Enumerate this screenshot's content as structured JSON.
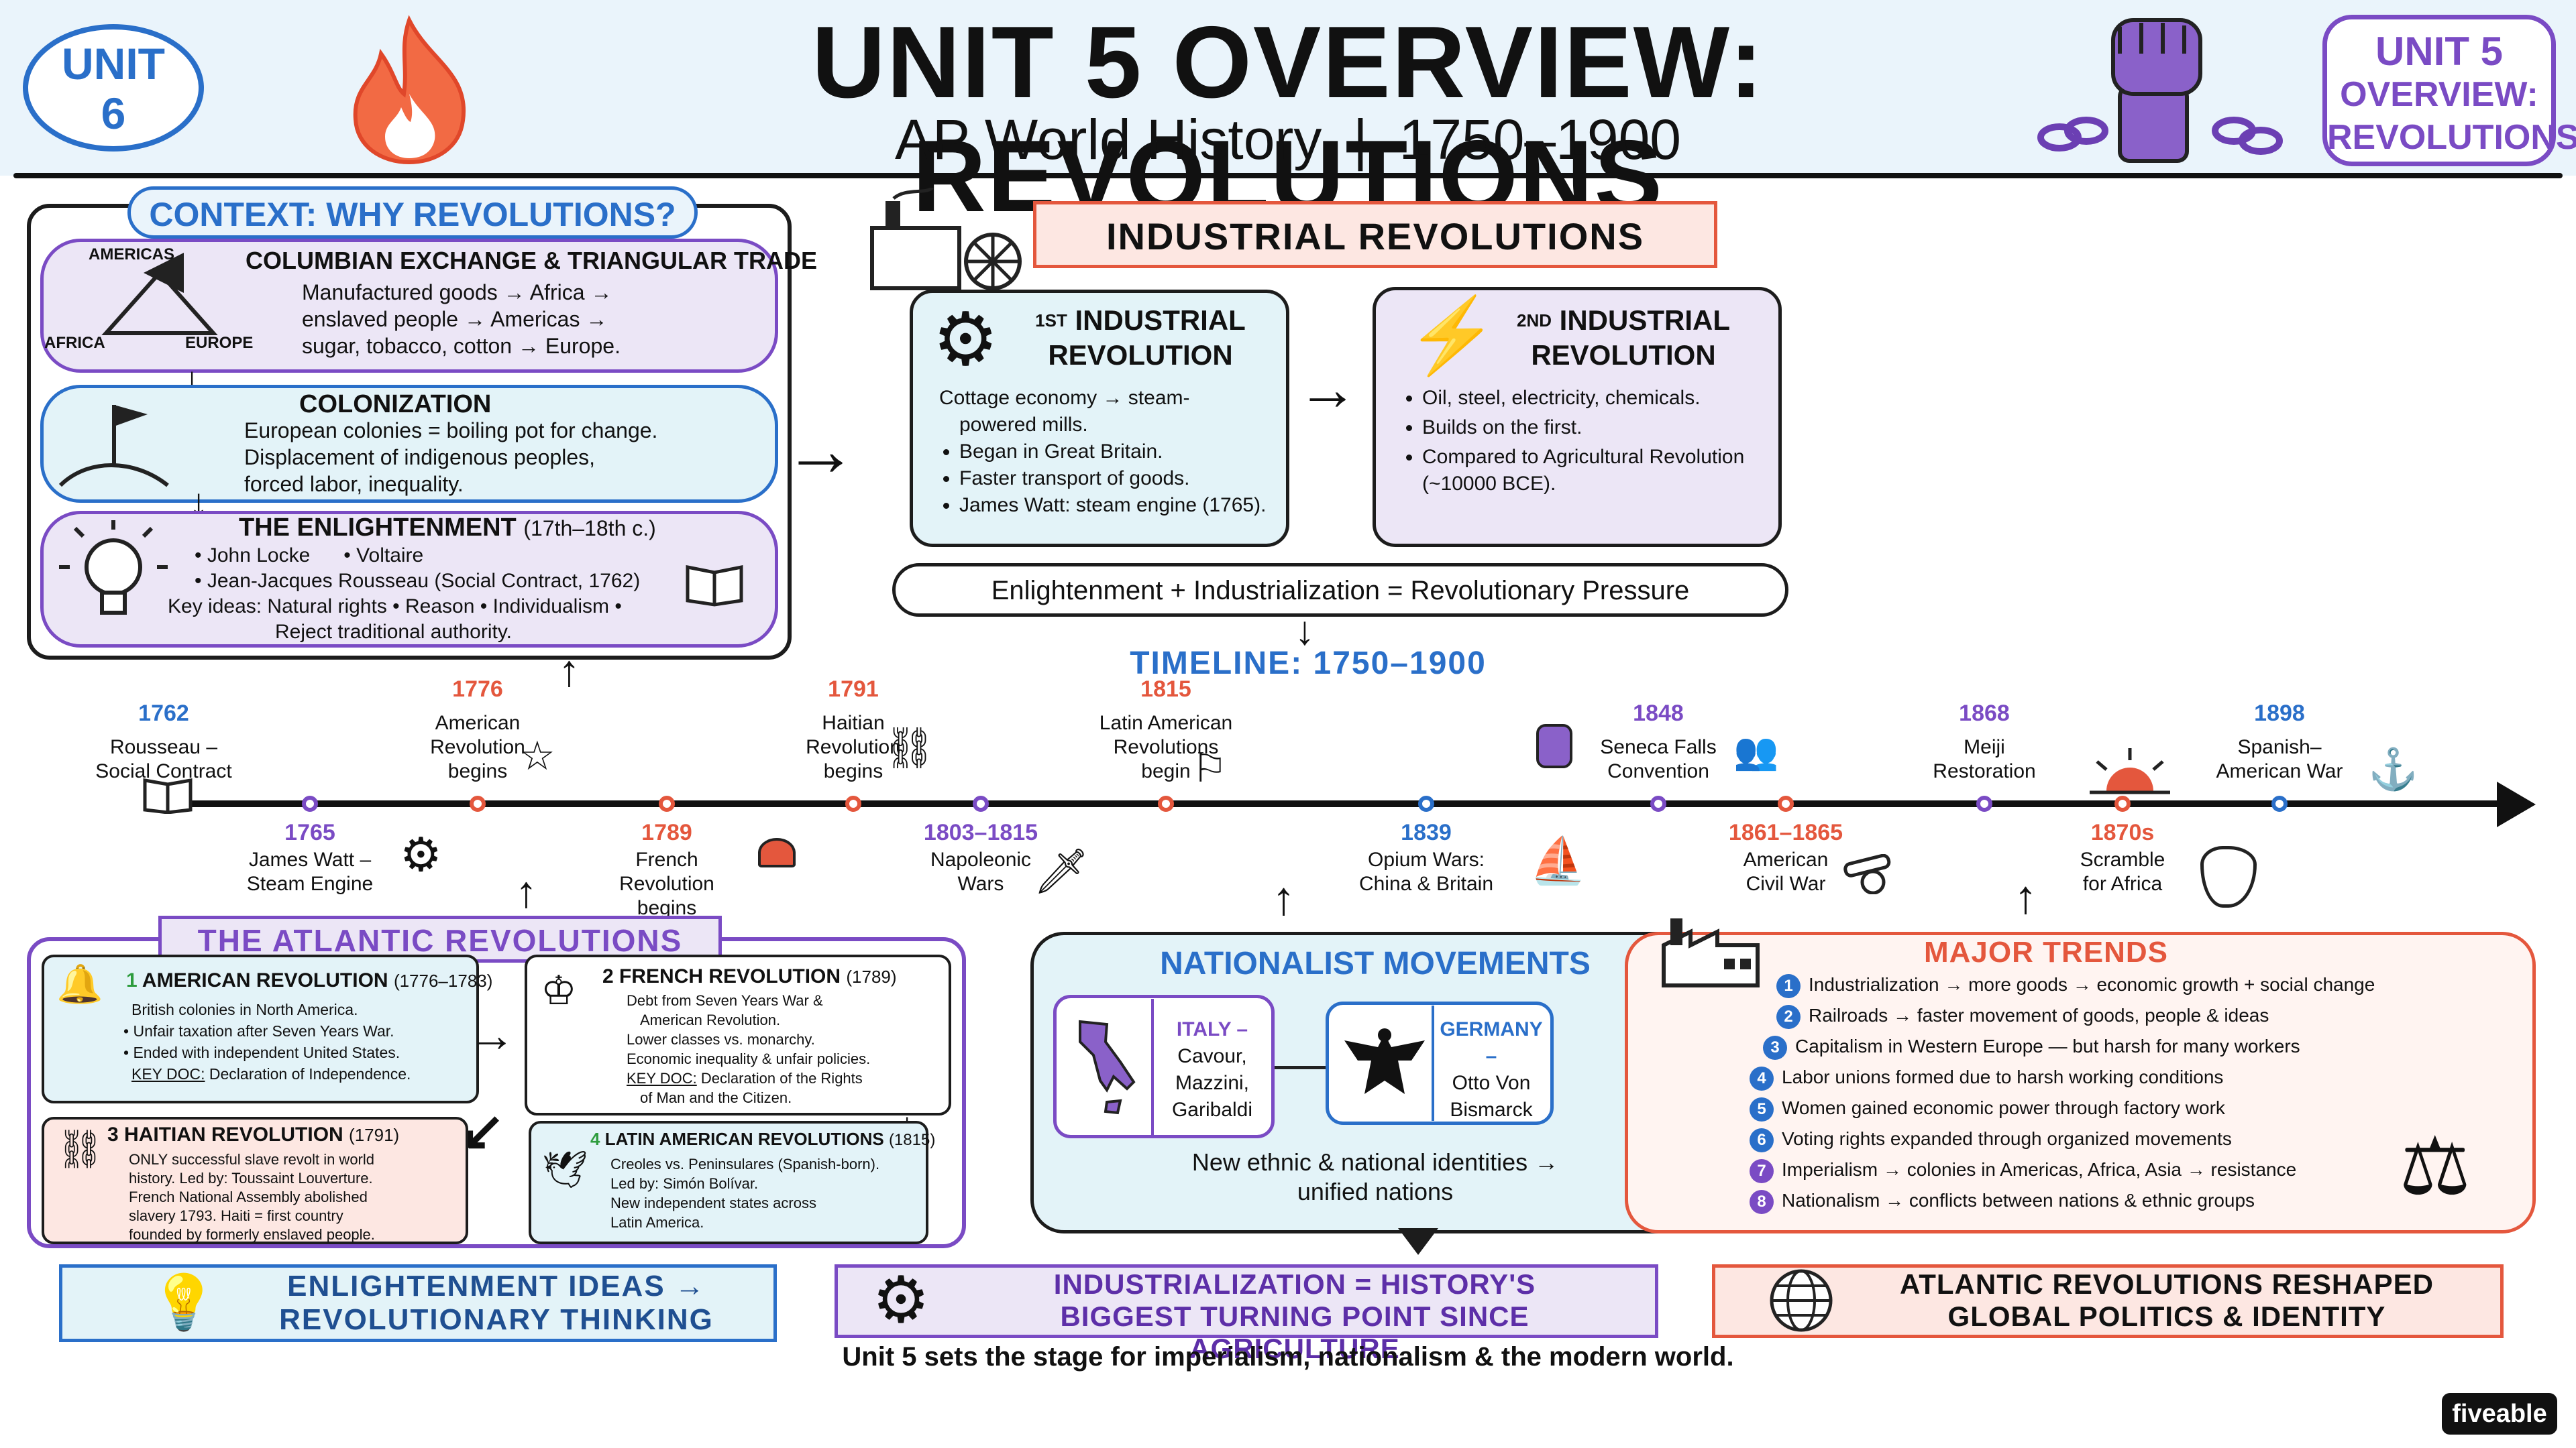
{
  "header": {
    "unit_badge": [
      "UNIT",
      "6"
    ],
    "title": "UNIT 5 OVERVIEW: REVOLUTIONS",
    "subtitle": "AP World History  |  1750–1900",
    "corner_badge": [
      "UNIT 5",
      "OVERVIEW:",
      "REVOLUTIONS"
    ]
  },
  "context": {
    "heading": "CONTEXT: WHY REVOLUTIONS?",
    "triangle_labels": [
      "AMERICAS",
      "AFRICA",
      "EUROPE"
    ],
    "columbian": {
      "title": "COLUMBIAN EXCHANGE & TRIANGULAR TRADE",
      "lines": [
        "Manufactured goods → Africa →",
        "enslaved people → Americas →",
        "sugar, tobacco, cotton → Europe."
      ]
    },
    "colonization": {
      "title": "COLONIZATION",
      "lines": [
        "European colonies = boiling pot for change.",
        "Displacement of indigenous peoples,",
        "forced labor, inequality."
      ]
    },
    "enlightenment": {
      "title": "THE ENLIGHTENMENT",
      "title_suffix": "(17th–18th c.)",
      "thinkers_1": "John Locke",
      "thinkers_2": "Voltaire",
      "thinkers_3": "Jean-Jacques Rousseau (Social Contract, 1762)",
      "key_ideas": "Key ideas: Natural rights • Reason • Individualism •",
      "key_ideas_2": "Reject traditional authority."
    }
  },
  "industrial": {
    "banner": "INDUSTRIAL REVOLUTIONS",
    "first": {
      "title_sup": "1ST",
      "title": [
        "INDUSTRIAL",
        "REVOLUTION"
      ],
      "lines": [
        "Cottage economy → steam-",
        "powered mills."
      ],
      "bullets": [
        "Began in Great Britain.",
        "Faster transport of goods.",
        "James Watt: steam engine (1765)."
      ]
    },
    "second": {
      "title_sup": "2ND",
      "title": [
        "INDUSTRIAL",
        "REVOLUTION"
      ],
      "bullets": [
        "Oil, steel, electricity, chemicals.",
        "Builds on the first.",
        "Compared to Agricultural Revolution (~10000 BCE)."
      ]
    },
    "equation": "Enlightenment + Industrialization = Revolutionary Pressure"
  },
  "timeline": {
    "title": "TIMELINE: 1750–1900",
    "events": [
      {
        "year": "1762",
        "label": "Rousseau –\nSocial Contract",
        "pos": "above",
        "color": "#2a6fc9"
      },
      {
        "year": "1765",
        "label": "James Watt –\nSteam Engine",
        "pos": "below",
        "color": "#7a4bc4"
      },
      {
        "year": "1776",
        "label": "American\nRevolution\nbegins",
        "pos": "above",
        "color": "#e4573d"
      },
      {
        "year": "1789",
        "label": "French\nRevolution\nbegins",
        "pos": "below",
        "color": "#e4573d"
      },
      {
        "year": "1791",
        "label": "Haitian\nRevolution\nbegins",
        "pos": "above",
        "color": "#e4573d"
      },
      {
        "year": "1803–1815",
        "label": "Napoleonic\nWars",
        "pos": "below",
        "color": "#7a4bc4"
      },
      {
        "year": "1815",
        "label": "Latin American\nRevolutions\nbegin",
        "pos": "above",
        "color": "#e4573d"
      },
      {
        "year": "1839",
        "label": "Opium Wars:\nChina & Britain",
        "pos": "below",
        "color": "#2a6fc9"
      },
      {
        "year": "1848",
        "label": "Seneca Falls\nConvention",
        "pos": "above",
        "color": "#7a4bc4"
      },
      {
        "year": "1861–1865",
        "label": "American\nCivil War",
        "pos": "below",
        "color": "#e4573d"
      },
      {
        "year": "1868",
        "label": "Meiji\nRestoration",
        "pos": "above",
        "color": "#7a4bc4"
      },
      {
        "year": "1870s",
        "label": "Scramble\nfor Africa",
        "pos": "below",
        "color": "#e4573d"
      },
      {
        "year": "1898",
        "label": "Spanish–\nAmerican War",
        "pos": "above",
        "color": "#2a6fc9"
      }
    ]
  },
  "atlantic": {
    "heading": "THE ATLANTIC REVOLUTIONS",
    "american": {
      "num": "1",
      "title": "AMERICAN REVOLUTION",
      "dates": "(1776–1783)",
      "lines": [
        "British colonies in North America."
      ],
      "bullets": [
        "Unfair taxation after Seven Years War.",
        "Ended with independent United States."
      ],
      "key_doc_label": "KEY DOC:",
      "key_doc": "Declaration of Independence."
    },
    "french": {
      "num": "2",
      "title": "FRENCH REVOLUTION",
      "dates": "(1789)",
      "lines": [
        "Debt from Seven Years War &",
        "American Revolution.",
        "Lower classes vs. monarchy.",
        "Economic inequality & unfair policies."
      ],
      "key_doc_label": "KEY DOC:",
      "key_doc": "Declaration of the Rights",
      "key_doc_2": "of Man and the Citizen."
    },
    "haitian": {
      "num": "3",
      "title": "HAITIAN REVOLUTION",
      "dates": "(1791)",
      "lines": [
        "ONLY successful slave revolt in world",
        "history. Led by: Toussaint Louverture.",
        "French National Assembly abolished",
        "slavery 1793. Haiti = first country",
        "founded by formerly enslaved people."
      ]
    },
    "latin": {
      "num": "4",
      "title": "LATIN AMERICAN REVOLUTIONS",
      "dates": "(1815)",
      "lines": [
        "Creoles vs. Peninsulares (Spanish-born).",
        "Led by: Simón Bolívar.",
        "New independent states across",
        "Latin America."
      ]
    }
  },
  "nationalist": {
    "heading": "NATIONALIST MOVEMENTS",
    "italy": [
      "ITALY –",
      "Cavour,",
      "Mazzini,",
      "Garibaldi"
    ],
    "germany": [
      "GERMANY –",
      "Otto Von",
      "Bismarck"
    ],
    "footer": [
      "New ethnic & national identities →",
      "unified nations"
    ]
  },
  "trends": {
    "heading": "MAJOR TRENDS",
    "items": [
      {
        "n": "1",
        "text": "Industrialization → more goods → economic growth + social change"
      },
      {
        "n": "2",
        "text": "Railroads → faster movement of goods, people & ideas"
      },
      {
        "n": "3",
        "text": "Capitalism in Western Europe — but harsh for many workers"
      },
      {
        "n": "4",
        "text": "Labor unions formed due to harsh working conditions"
      },
      {
        "n": "5",
        "text": "Women gained economic power through factory work"
      },
      {
        "n": "6",
        "text": "Voting rights expanded through organized movements"
      },
      {
        "n": "7",
        "text": "Imperialism → colonies in Americas, Africa, Asia → resistance"
      },
      {
        "n": "8",
        "text": "Nationalism → conflicts between nations & ethnic groups"
      }
    ]
  },
  "banners": {
    "left": [
      "ENLIGHTENMENT IDEAS →",
      "REVOLUTIONARY THINKING"
    ],
    "middle": [
      "INDUSTRIALIZATION = HISTORY'S",
      "BIGGEST TURNING POINT SINCE AGRICULTURE"
    ],
    "right": [
      "ATLANTIC REVOLUTIONS RESHAPED",
      "GLOBAL POLITICS & IDENTITY"
    ],
    "footer": "Unit 5 sets the stage for imperialism, nationalism & the modern world."
  },
  "brand": "fiveable",
  "colors": {
    "blue": "#2a6fc9",
    "purple": "#7a4bc4",
    "red": "#e4573d",
    "light_blue": "#e3f3f8",
    "light_purple": "#ece6f6",
    "light_red": "#fde7e2"
  }
}
